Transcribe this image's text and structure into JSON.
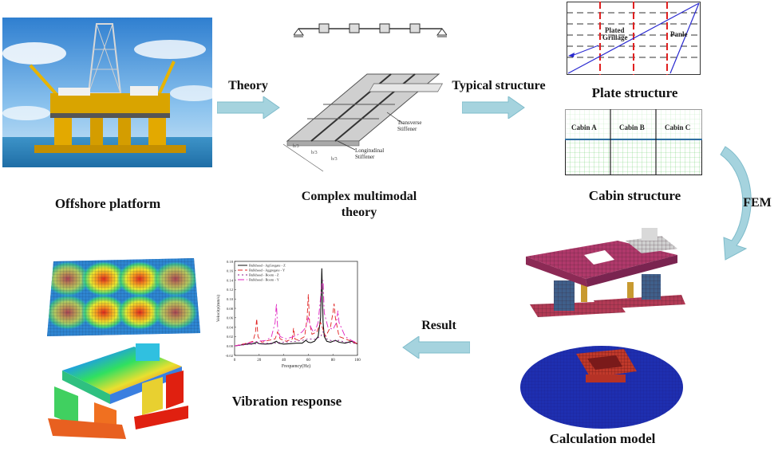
{
  "labels": {
    "offshore_platform": "Offshore platform",
    "complex_theory_1": "Complex multimodal",
    "complex_theory_2": "theory",
    "plate_structure": "Plate structure",
    "cabin_structure": "Cabin structure",
    "calculation_model": "Calculation model",
    "vibration_response": "Vibration response"
  },
  "arrows": {
    "theory": "Theory",
    "typical_structure": "Typical structure",
    "fem": "FEM",
    "result": "Result"
  },
  "grillage": {
    "plated_line1": "Plated",
    "plated_line2": "Grillage",
    "panle": "Panle",
    "transverse_stiffener_1": "Transverse",
    "transverse_stiffener_2": "Stiffener",
    "longitudinal_stiffener_1": "Longitudinal",
    "longitudinal_stiffener_2": "Stiffener",
    "dim_label": "b/3"
  },
  "cabins": [
    "Cabin A",
    "Cabin B",
    "Cabin C"
  ],
  "colors": {
    "arrow_fill": "#a5d3de",
    "arrow_stroke": "#7fbccb",
    "cabin_grid": "#7bd67b",
    "cabin_line": "#2f6fa3",
    "plate_grid": "#333333",
    "plate_red": "#e02020",
    "plate_blue": "#2a2ad0"
  },
  "chart_data": {
    "type": "line",
    "xlabel": "Frequency(Hz)",
    "ylabel": "Velocity(mm/s)",
    "xlim": [
      0,
      100
    ],
    "ylim": [
      -0.02,
      0.18
    ],
    "x_ticks": [
      "0",
      "20",
      "40",
      "60",
      "80",
      "100"
    ],
    "y_ticks": [
      "-0.02",
      "0.00",
      "0.02",
      "0.04",
      "0.06",
      "0.08",
      "0.10",
      "0.12",
      "0.14",
      "0.16",
      "0.18"
    ],
    "legend_position": "top-left",
    "series": [
      {
        "name": "Bulkhead - AgGregate - Z",
        "color": "#111111",
        "dash": "none",
        "x": [
          0,
          5,
          10,
          15,
          18,
          20,
          25,
          30,
          34,
          36,
          40,
          45,
          50,
          55,
          58,
          60,
          62,
          65,
          68,
          70,
          71,
          72,
          73,
          75,
          78,
          82,
          85,
          90,
          95,
          100
        ],
        "y": [
          0.0,
          0.002,
          0.004,
          0.005,
          0.008,
          0.005,
          0.004,
          0.005,
          0.01,
          0.006,
          0.004,
          0.005,
          0.006,
          0.006,
          0.012,
          0.008,
          0.007,
          0.01,
          0.02,
          0.06,
          0.165,
          0.05,
          0.02,
          0.01,
          0.008,
          0.012,
          0.008,
          0.006,
          0.01,
          0.004
        ]
      },
      {
        "name": "Bulkhead - Aggregate - Y",
        "color": "#e02020",
        "dash": "6,3",
        "x": [
          0,
          5,
          10,
          15,
          17,
          18,
          19,
          22,
          28,
          33,
          35,
          37,
          42,
          47,
          48,
          49,
          52,
          57,
          59,
          60,
          61,
          63,
          67,
          70,
          72,
          74,
          78,
          80,
          81,
          82,
          85,
          90,
          95,
          100
        ],
        "y": [
          0.0,
          0.003,
          0.006,
          0.01,
          0.03,
          0.058,
          0.02,
          0.008,
          0.012,
          0.015,
          0.03,
          0.015,
          0.01,
          0.015,
          0.038,
          0.015,
          0.012,
          0.02,
          0.06,
          0.11,
          0.05,
          0.025,
          0.03,
          0.05,
          0.035,
          0.02,
          0.04,
          0.07,
          0.09,
          0.06,
          0.02,
          0.015,
          0.01,
          0.005
        ]
      },
      {
        "name": "Bulkhead - Boom - Z",
        "color": "#8a1a8a",
        "dash": "2,3",
        "x": [
          0,
          10,
          20,
          30,
          40,
          50,
          55,
          60,
          65,
          70,
          72,
          75,
          80,
          85,
          90,
          100
        ],
        "y": [
          0.0,
          0.003,
          0.005,
          0.006,
          0.008,
          0.01,
          0.012,
          0.015,
          0.014,
          0.02,
          0.03,
          0.015,
          0.01,
          0.012,
          0.008,
          0.005
        ]
      },
      {
        "name": "Bulkhead - Boom - Y",
        "color": "#e020c0",
        "dash": "8,3,2,3",
        "x": [
          0,
          8,
          14,
          20,
          26,
          30,
          33,
          34,
          35,
          37,
          42,
          48,
          52,
          55,
          58,
          60,
          62,
          64,
          66,
          68,
          71,
          72,
          73,
          76,
          80,
          83,
          84,
          85,
          90,
          95,
          100
        ],
        "y": [
          0.0,
          0.004,
          0.008,
          0.01,
          0.012,
          0.02,
          0.05,
          0.09,
          0.04,
          0.02,
          0.015,
          0.02,
          0.025,
          0.03,
          0.04,
          0.06,
          0.04,
          0.03,
          0.035,
          0.05,
          0.13,
          0.14,
          0.07,
          0.04,
          0.035,
          0.05,
          0.075,
          0.05,
          0.02,
          0.012,
          0.006
        ]
      }
    ]
  }
}
